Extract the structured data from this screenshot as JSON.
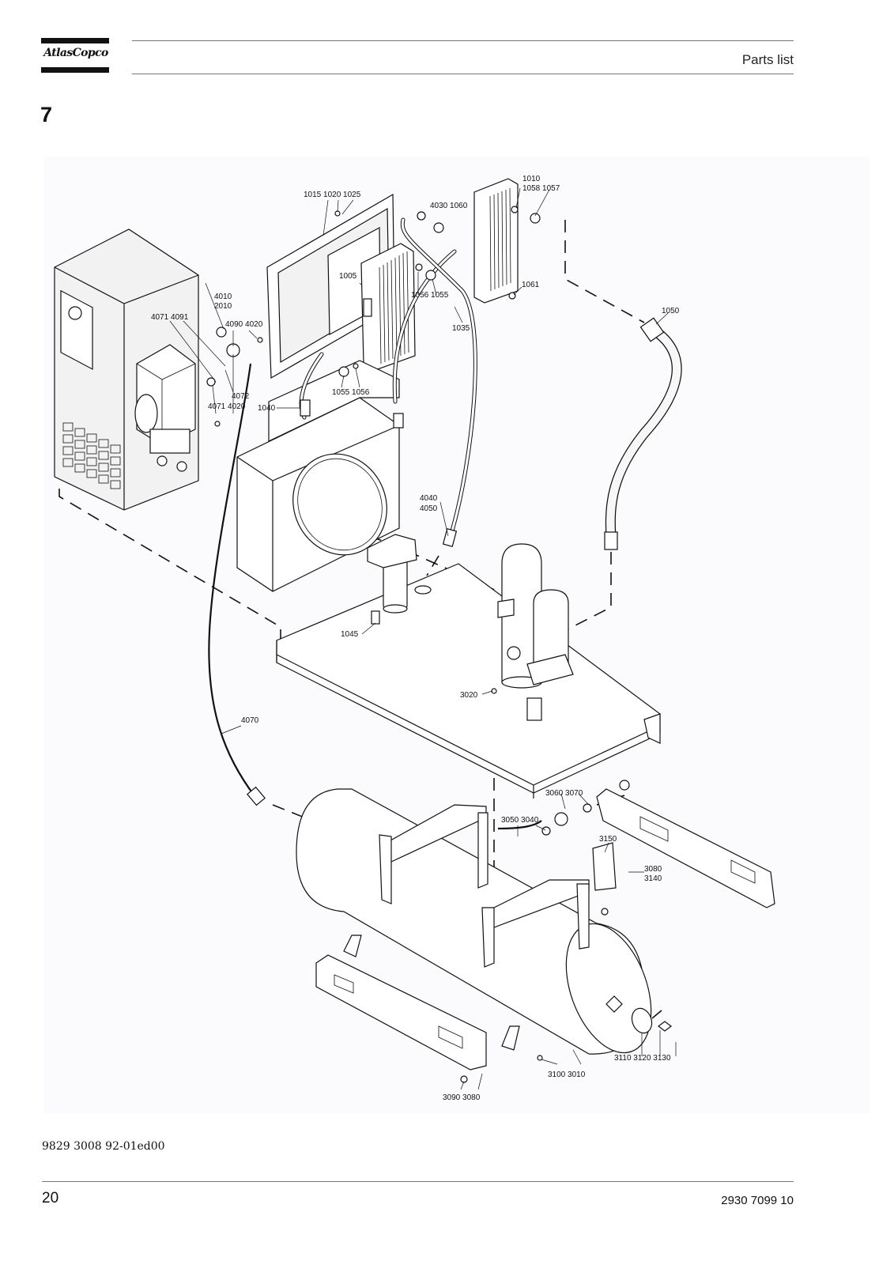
{
  "header": {
    "logo_text": "AtlasCopco",
    "section_title": "Parts list"
  },
  "chapter_number": "7",
  "diagram": {
    "callouts": {
      "c1010": "1010",
      "c1058_1057": "1058 1057",
      "c1015_1020_1025": "1015 1020 1025",
      "c4030_1060": "4030 1060",
      "c1005": "1005",
      "c1056_1055": "1056 1055",
      "c1035": "1035",
      "c1061": "1061",
      "c1050": "1050",
      "c4010": "4010",
      "c2010": "2010",
      "c4071_4091": "4071 4091",
      "c4090_4020": "4090 4020",
      "c4072": "4072",
      "c4071_4020": "4071 4020",
      "c1040": "1040",
      "c1055_1056": "1055 1056",
      "c4040": "4040",
      "c4050": "4050",
      "c1045": "1045",
      "c3020": "3020",
      "c4070": "4070",
      "c3060_3070": "3060 3070",
      "c3050_3040": "3050 3040",
      "c3150": "3150",
      "c3080": "3080",
      "c3140": "3140",
      "c3110_3120_3130": "3110 3120 3130",
      "c3100_3010": "3100 3010",
      "c3090_3080": "3090 3080"
    }
  },
  "footer": {
    "doc_reference": "9829 3008 92-01ed00",
    "page_number": "20",
    "document_number": "2930 7099 10"
  }
}
